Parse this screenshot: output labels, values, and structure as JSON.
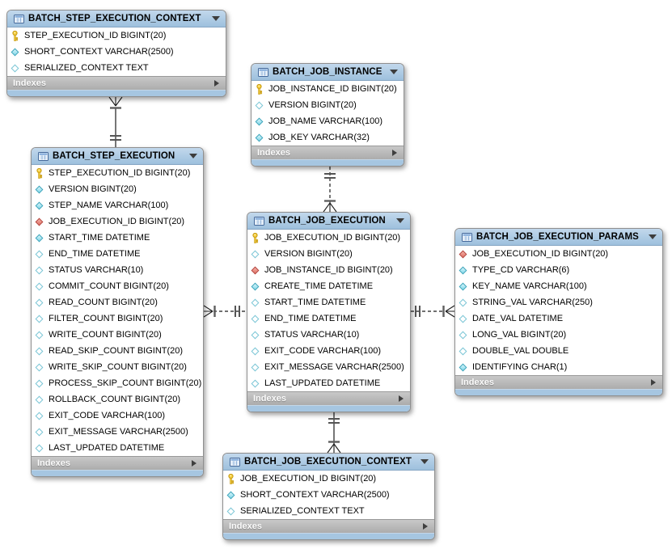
{
  "diagram": {
    "tables": [
      {
        "id": "batch-step-execution-context",
        "title": "BATCH_STEP_EXECUTION_CONTEXT",
        "footer": "Indexes",
        "columns": [
          {
            "icon": "key",
            "text": "STEP_EXECUTION_ID BIGINT(20)"
          },
          {
            "icon": "not-null-diamond",
            "text": "SHORT_CONTEXT VARCHAR(2500)"
          },
          {
            "icon": "nullable-diamond",
            "text": "SERIALIZED_CONTEXT TEXT"
          }
        ]
      },
      {
        "id": "batch-job-instance",
        "title": "BATCH_JOB_INSTANCE",
        "footer": "Indexes",
        "columns": [
          {
            "icon": "key",
            "text": "JOB_INSTANCE_ID BIGINT(20)"
          },
          {
            "icon": "nullable-diamond",
            "text": "VERSION BIGINT(20)"
          },
          {
            "icon": "not-null-diamond",
            "text": "JOB_NAME VARCHAR(100)"
          },
          {
            "icon": "not-null-diamond",
            "text": "JOB_KEY VARCHAR(32)"
          }
        ]
      },
      {
        "id": "batch-step-execution",
        "title": "BATCH_STEP_EXECUTION",
        "footer": "Indexes",
        "columns": [
          {
            "icon": "key",
            "text": "STEP_EXECUTION_ID BIGINT(20)"
          },
          {
            "icon": "not-null-diamond",
            "text": "VERSION BIGINT(20)"
          },
          {
            "icon": "not-null-diamond",
            "text": "STEP_NAME VARCHAR(100)"
          },
          {
            "icon": "fk-diamond",
            "text": "JOB_EXECUTION_ID BIGINT(20)"
          },
          {
            "icon": "not-null-diamond",
            "text": "START_TIME DATETIME"
          },
          {
            "icon": "nullable-diamond",
            "text": "END_TIME DATETIME"
          },
          {
            "icon": "nullable-diamond",
            "text": "STATUS VARCHAR(10)"
          },
          {
            "icon": "nullable-diamond",
            "text": "COMMIT_COUNT BIGINT(20)"
          },
          {
            "icon": "nullable-diamond",
            "text": "READ_COUNT BIGINT(20)"
          },
          {
            "icon": "nullable-diamond",
            "text": "FILTER_COUNT BIGINT(20)"
          },
          {
            "icon": "nullable-diamond",
            "text": "WRITE_COUNT BIGINT(20)"
          },
          {
            "icon": "nullable-diamond",
            "text": "READ_SKIP_COUNT BIGINT(20)"
          },
          {
            "icon": "nullable-diamond",
            "text": "WRITE_SKIP_COUNT BIGINT(20)"
          },
          {
            "icon": "nullable-diamond",
            "text": "PROCESS_SKIP_COUNT BIGINT(20)"
          },
          {
            "icon": "nullable-diamond",
            "text": "ROLLBACK_COUNT BIGINT(20)"
          },
          {
            "icon": "nullable-diamond",
            "text": "EXIT_CODE VARCHAR(100)"
          },
          {
            "icon": "nullable-diamond",
            "text": "EXIT_MESSAGE VARCHAR(2500)"
          },
          {
            "icon": "nullable-diamond",
            "text": "LAST_UPDATED DATETIME"
          }
        ]
      },
      {
        "id": "batch-job-execution",
        "title": "BATCH_JOB_EXECUTION",
        "footer": "Indexes",
        "columns": [
          {
            "icon": "key",
            "text": "JOB_EXECUTION_ID BIGINT(20)"
          },
          {
            "icon": "nullable-diamond",
            "text": "VERSION BIGINT(20)"
          },
          {
            "icon": "fk-diamond",
            "text": "JOB_INSTANCE_ID BIGINT(20)"
          },
          {
            "icon": "not-null-diamond",
            "text": "CREATE_TIME DATETIME"
          },
          {
            "icon": "nullable-diamond",
            "text": "START_TIME DATETIME"
          },
          {
            "icon": "nullable-diamond",
            "text": "END_TIME DATETIME"
          },
          {
            "icon": "nullable-diamond",
            "text": "STATUS VARCHAR(10)"
          },
          {
            "icon": "nullable-diamond",
            "text": "EXIT_CODE VARCHAR(100)"
          },
          {
            "icon": "nullable-diamond",
            "text": "EXIT_MESSAGE VARCHAR(2500)"
          },
          {
            "icon": "nullable-diamond",
            "text": "LAST_UPDATED DATETIME"
          }
        ]
      },
      {
        "id": "batch-job-execution-params",
        "title": "BATCH_JOB_EXECUTION_PARAMS",
        "footer": "Indexes",
        "columns": [
          {
            "icon": "fk-diamond",
            "text": "JOB_EXECUTION_ID BIGINT(20)"
          },
          {
            "icon": "not-null-diamond",
            "text": "TYPE_CD VARCHAR(6)"
          },
          {
            "icon": "not-null-diamond",
            "text": "KEY_NAME VARCHAR(100)"
          },
          {
            "icon": "nullable-diamond",
            "text": "STRING_VAL VARCHAR(250)"
          },
          {
            "icon": "nullable-diamond",
            "text": "DATE_VAL DATETIME"
          },
          {
            "icon": "nullable-diamond",
            "text": "LONG_VAL BIGINT(20)"
          },
          {
            "icon": "nullable-diamond",
            "text": "DOUBLE_VAL DOUBLE"
          },
          {
            "icon": "not-null-diamond",
            "text": "IDENTIFYING CHAR(1)"
          }
        ]
      },
      {
        "id": "batch-job-execution-context",
        "title": "BATCH_JOB_EXECUTION_CONTEXT",
        "footer": "Indexes",
        "columns": [
          {
            "icon": "key",
            "text": "JOB_EXECUTION_ID BIGINT(20)"
          },
          {
            "icon": "not-null-diamond",
            "text": "SHORT_CONTEXT VARCHAR(2500)"
          },
          {
            "icon": "nullable-diamond",
            "text": "SERIALIZED_CONTEXT TEXT"
          }
        ]
      }
    ],
    "relationships": [
      {
        "id": "rel-stepctx-stepexec",
        "from": "BATCH_STEP_EXECUTION_CONTEXT",
        "to": "BATCH_STEP_EXECUTION",
        "style": "solid",
        "from_end": "many (crow's foot)",
        "to_end": "one (double bar)"
      },
      {
        "id": "rel-jobinst-jobexec",
        "from": "BATCH_JOB_INSTANCE",
        "to": "BATCH_JOB_EXECUTION",
        "style": "dashed",
        "from_end": "one (double bar)",
        "to_end": "many (crow's foot)"
      },
      {
        "id": "rel-stepexec-jobexec",
        "from": "BATCH_STEP_EXECUTION",
        "to": "BATCH_JOB_EXECUTION",
        "style": "dashed",
        "from_end": "many (crow's foot)",
        "to_end": "one (double bar)"
      },
      {
        "id": "rel-jobexec-params",
        "from": "BATCH_JOB_EXECUTION",
        "to": "BATCH_JOB_EXECUTION_PARAMS",
        "style": "dashed",
        "from_end": "one (double bar)",
        "to_end": "many (crow's foot)"
      },
      {
        "id": "rel-jobexec-jobctx",
        "from": "BATCH_JOB_EXECUTION",
        "to": "BATCH_JOB_EXECUTION_CONTEXT",
        "style": "solid",
        "from_end": "one (double bar)",
        "to_end": "many (crow's foot)"
      }
    ],
    "icons": {
      "table": "table-icon",
      "collapse": "chevron-down-icon",
      "expand": "chevron-right-icon",
      "key": "key-icon",
      "not_null": "not-null-diamond-icon",
      "nullable": "nullable-diamond-icon",
      "foreign_key": "foreign-key-diamond-icon"
    },
    "colors": {
      "table_header": "#a9c9e4",
      "footer_strip": "#a6c6e1",
      "indexes_bar": "#b9b9b9",
      "key_icon": "#f8d13f",
      "not_null_diamond": "#7fd7e9",
      "fk_diamond": "#df6e63",
      "line": "#1b1b1b"
    }
  }
}
